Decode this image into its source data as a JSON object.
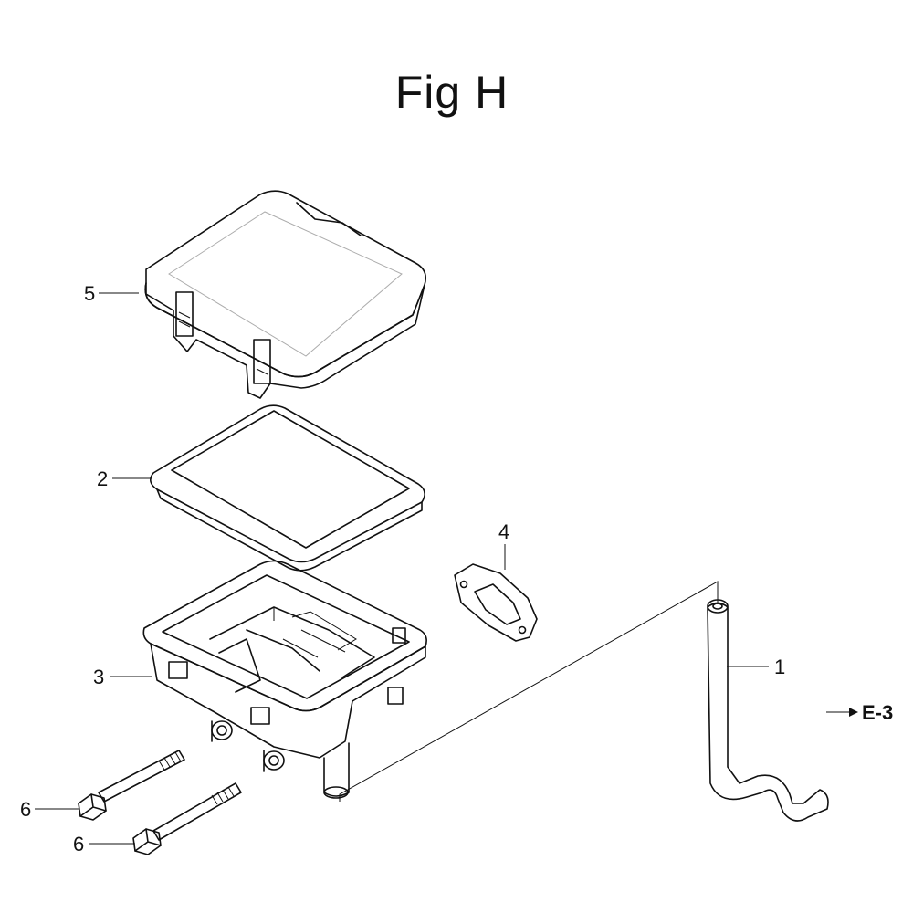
{
  "title": "Fig H",
  "callouts": {
    "c1": "1",
    "c2": "2",
    "c3": "3",
    "c4": "4",
    "c5": "5",
    "c6a": "6",
    "c6b": "6"
  },
  "reference": "E-3"
}
